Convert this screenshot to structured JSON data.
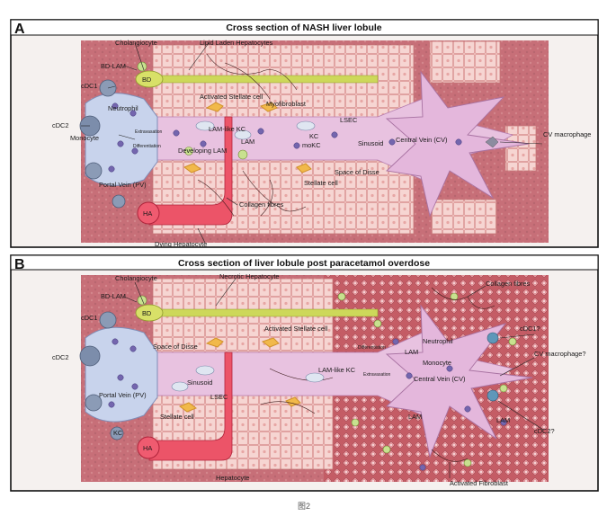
{
  "colors": {
    "hepatocyte": "#f2c9c6",
    "hepatocyte_dark": "#b8454e",
    "sinusoid": "#e7bfe0",
    "portal_vein": "#c9d4ea",
    "bile_duct": "#c8d655",
    "hepatic_artery": "#e8425a",
    "stellate": "#e8b04a",
    "monocyte": "#7a6fb0"
  },
  "caption": "图2",
  "panel_a": {
    "letter": "A",
    "title": "Cross section of NASH liver lobule",
    "labels": {
      "cholangiocyte": "Cholangiocyte",
      "lipid_laden": "Lipid Laden Hepatocytes",
      "bd_lam": "BD-LAM",
      "bd": "BD",
      "cdc1": "cDC1",
      "cdc2": "cDC2",
      "neutrophil": "Neutrophil",
      "monocyte": "Monocyte",
      "extravasation": "Extravasation",
      "differentiation": "Differentiation",
      "activated_stellate": "Activated Stellate cell",
      "myofibroblast": "Myofibroblast",
      "lam_like_kc": "LAM-like KC",
      "lsec": "LSEC",
      "lam": "LAM",
      "kc": "KC",
      "mokc": "moKC",
      "developing_lam": "Developing LAM",
      "sinusoid": "Sinusoid",
      "central_vein": "Central Vein (CV)",
      "cv_macrophage": "CV macrophage",
      "space_of_disse": "Space of Disse",
      "stellate_cell": "Stellate cell",
      "portal_vein": "Portal Vein (PV)",
      "ha": "HA",
      "collagen": "Collagen fibres",
      "dying": "Dying Hepatocyte"
    }
  },
  "panel_b": {
    "letter": "B",
    "title": "Cross section of liver lobule post paracetamol overdose",
    "labels": {
      "cholangiocyte": "Cholangiocyte",
      "necrotic": "Necrotic Hepatocyte",
      "bd_lam": "BD-LAM",
      "bd": "BD",
      "cdc1": "cDC1",
      "cdc2": "cDC2",
      "collagen": "Collagen fibres",
      "activated_stellate": "Activated Stellate cell",
      "space_of_disse": "Space of Disse",
      "differentiation": "Differentiation",
      "neutrophil": "Neutrophil",
      "cdc1q": "cDC1?",
      "lam": "LAM",
      "monocyte": "Monocyte",
      "cv_macrophage_q": "CV macrophage?",
      "sinusoid": "Sinusoid",
      "extravasation": "Extravasation",
      "lam_like_kc": "LAM-like KC",
      "central_vein": "Central Vein (CV)",
      "lsec": "LSEC",
      "portal_vein": "Portal Vein (PV)",
      "stellate_cell": "Stellate cell",
      "lam2": "LAM",
      "lam3": "LAM",
      "cdc2q": "cDC2?",
      "kc": "KC",
      "ha": "HA",
      "hepatocyte": "Hepatocyte",
      "activated_fibroblast": "Activated Fibroblast"
    }
  }
}
